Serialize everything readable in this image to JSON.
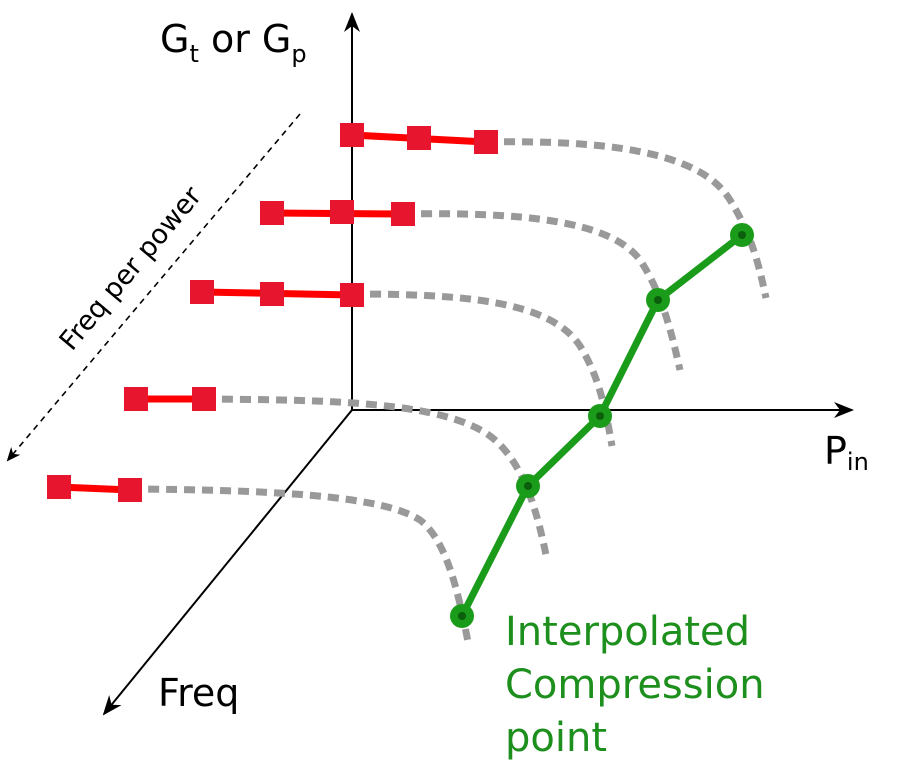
{
  "axes": {
    "y_label_main1": "G",
    "y_label_sub1": "t",
    "y_label_mid": " or G",
    "y_label_sub2": "p",
    "x_label_main": "P",
    "x_label_sub": "in",
    "depth_label": "Freq"
  },
  "sweep_label": "Freq per power",
  "interp_label": {
    "line1": "Interpolated",
    "line2": "Compression",
    "line3": "point"
  },
  "colors": {
    "measured": "#ff0000",
    "measured_marker": "#e8152f",
    "extrapolated": "#999999",
    "compression": "#1a9c1a",
    "compression_dot": "#0b5e0b",
    "axis": "#000000"
  },
  "curve_count": 5,
  "compression_point_count": 5
}
